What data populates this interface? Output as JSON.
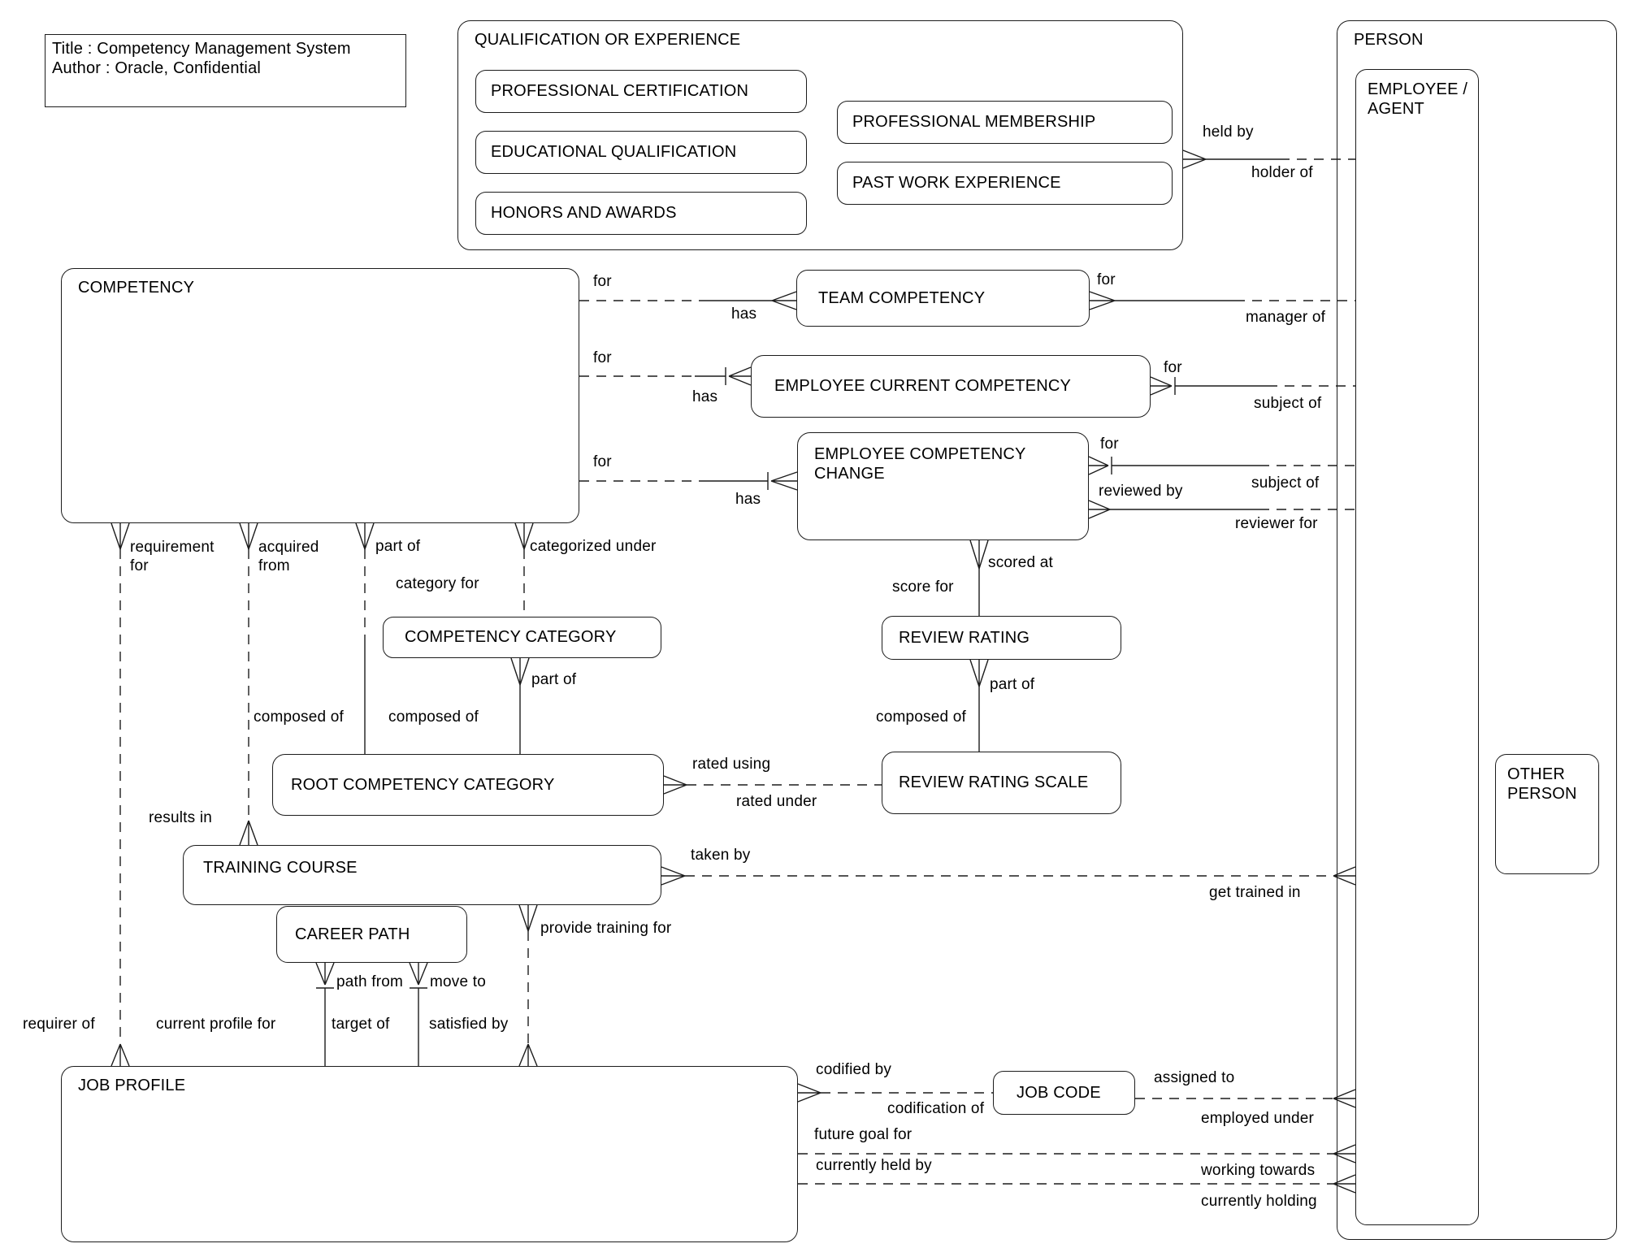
{
  "meta": {
    "title_line1": "Title : Competency Management System",
    "title_line2": "Author : Oracle, Confidential"
  },
  "entities": {
    "qualification_or_experience": "QUALIFICATION OR EXPERIENCE",
    "professional_certification": "PROFESSIONAL CERTIFICATION",
    "educational_qualification": "EDUCATIONAL QUALIFICATION",
    "honors_and_awards": "HONORS AND AWARDS",
    "professional_membership": "PROFESSIONAL MEMBERSHIP",
    "past_work_experience": "PAST WORK EXPERIENCE",
    "person": "PERSON",
    "employee_agent": "EMPLOYEE / AGENT",
    "other_person": "OTHER PERSON",
    "competency": "COMPETENCY",
    "team_competency": "TEAM COMPETENCY",
    "employee_current_competency": "EMPLOYEE CURRENT COMPETENCY",
    "employee_competency_change": "EMPLOYEE COMPETENCY CHANGE",
    "competency_category": "COMPETENCY CATEGORY",
    "root_competency_category": "ROOT COMPETENCY CATEGORY",
    "review_rating": "REVIEW RATING",
    "review_rating_scale": "REVIEW RATING SCALE",
    "training_course": "TRAINING COURSE",
    "career_path": "CAREER PATH",
    "job_profile": "JOB PROFILE",
    "job_code": "JOB CODE"
  },
  "relationships": {
    "held_by": "held by",
    "holder_of": "holder of",
    "for": "for",
    "has": "has",
    "manager_of": "manager of",
    "subject_of": "subject of",
    "reviewed_by": "reviewed by",
    "reviewer_for": "reviewer for",
    "scored_at": "scored at",
    "score_for": "score for",
    "requirement_for": "requirement for",
    "acquired_from": "acquired from",
    "part_of": "part of",
    "categorized_under": "categorized under",
    "category_for": "category for",
    "composed_of": "composed of",
    "rated_using": "rated using",
    "rated_under": "rated under",
    "results_in": "results in",
    "taken_by": "taken by",
    "get_trained_in": "get trained in",
    "provide_training_for": "provide training for",
    "path_from": "path from",
    "move_to": "move to",
    "requirer_of": "requirer of",
    "current_profile_for": "current profile for",
    "target_of": "target of",
    "satisfied_by": "satisfied by",
    "codified_by": "codified by",
    "codification_of": "codification of",
    "assigned_to": "assigned to",
    "employed_under": "employed under",
    "future_goal_for": "future goal for",
    "currently_held_by": "currently held by",
    "working_towards": "working towards",
    "currently_holding": "currently holding"
  }
}
